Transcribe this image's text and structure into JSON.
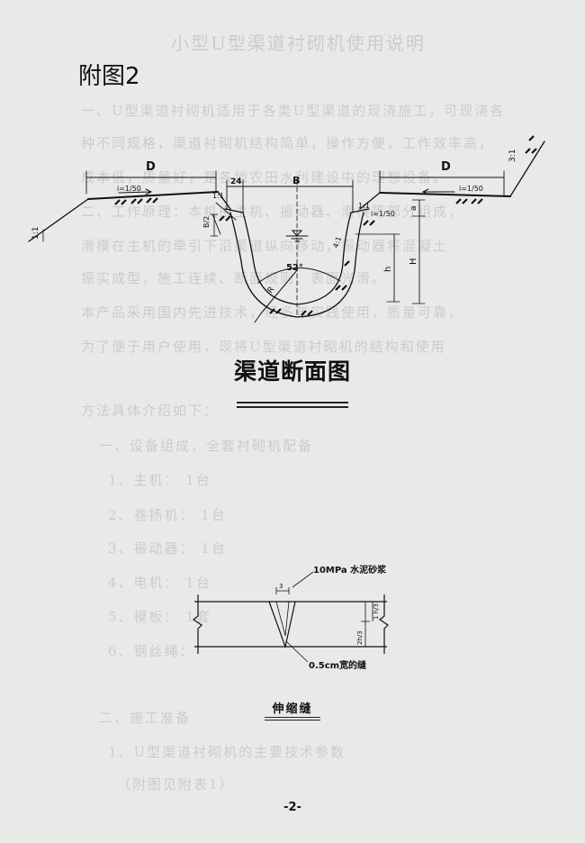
{
  "figure_label": "附图2",
  "channel_section": {
    "title": "渠道断面图",
    "dimension_d_left": "D",
    "dimension_d_right": "D",
    "dimension_24": "24",
    "dimension_b": "B",
    "slope_left": "i=1/50",
    "slope_right": "i=1/50",
    "slope_small_left": "1:1",
    "slope_small_right": "1:1",
    "side_slope_left": "1:1",
    "side_slope_right": "3:1",
    "half_b": "B/2",
    "height_a": "a",
    "height_h": "h",
    "height_hh": "H",
    "angle": "52°",
    "radius_r": "R",
    "slope_41": "4:1"
  },
  "expansion_joint": {
    "title": "伸缩缝",
    "mortar_label": "10MPa 水泥砂浆",
    "seam_label": "0.5cm宽的缝",
    "dim_3": "3",
    "dim_thickness": "2h/3",
    "dim_top": "1 h/3"
  },
  "page_number": "-2-",
  "bleed_lines": [
    "小型U型渠道衬砌机使用说明",
    "一、U型渠道衬砌机适用于各类U型渠道的现浇施工，可现浇各",
    "种不同规格，渠道衬砌机结构简单，操作方便，工作效率高，",
    "成本低，质量好，是各地农田水利建设中的理想设备。",
    "二、工作原理：本机由主机、振动器、滑模等部分组成，",
    "滑模在主机的牵引下沿渠道纵向移动，振动器将混凝土",
    "振实成型，施工连续、断面规则、表面光滑。",
    "本产品采用国内先进技术，经多年实践使用，质量可靠，",
    "为了便于用户使用，现将U型渠道衬砌机的结构和使用",
    "方法具体介绍如下：",
    "一、设备组成，全套衬砌机配备",
    "1、主机： 1台",
    "2、卷扬机： 1台",
    "3、振动器： 1台",
    "4、电机： 1台",
    "5、模板： 1套",
    "6、钢丝绳：",
    "二、施工准备",
    "1、U型渠道衬砌机的主要技术参数",
    "（附图见附表1）"
  ]
}
